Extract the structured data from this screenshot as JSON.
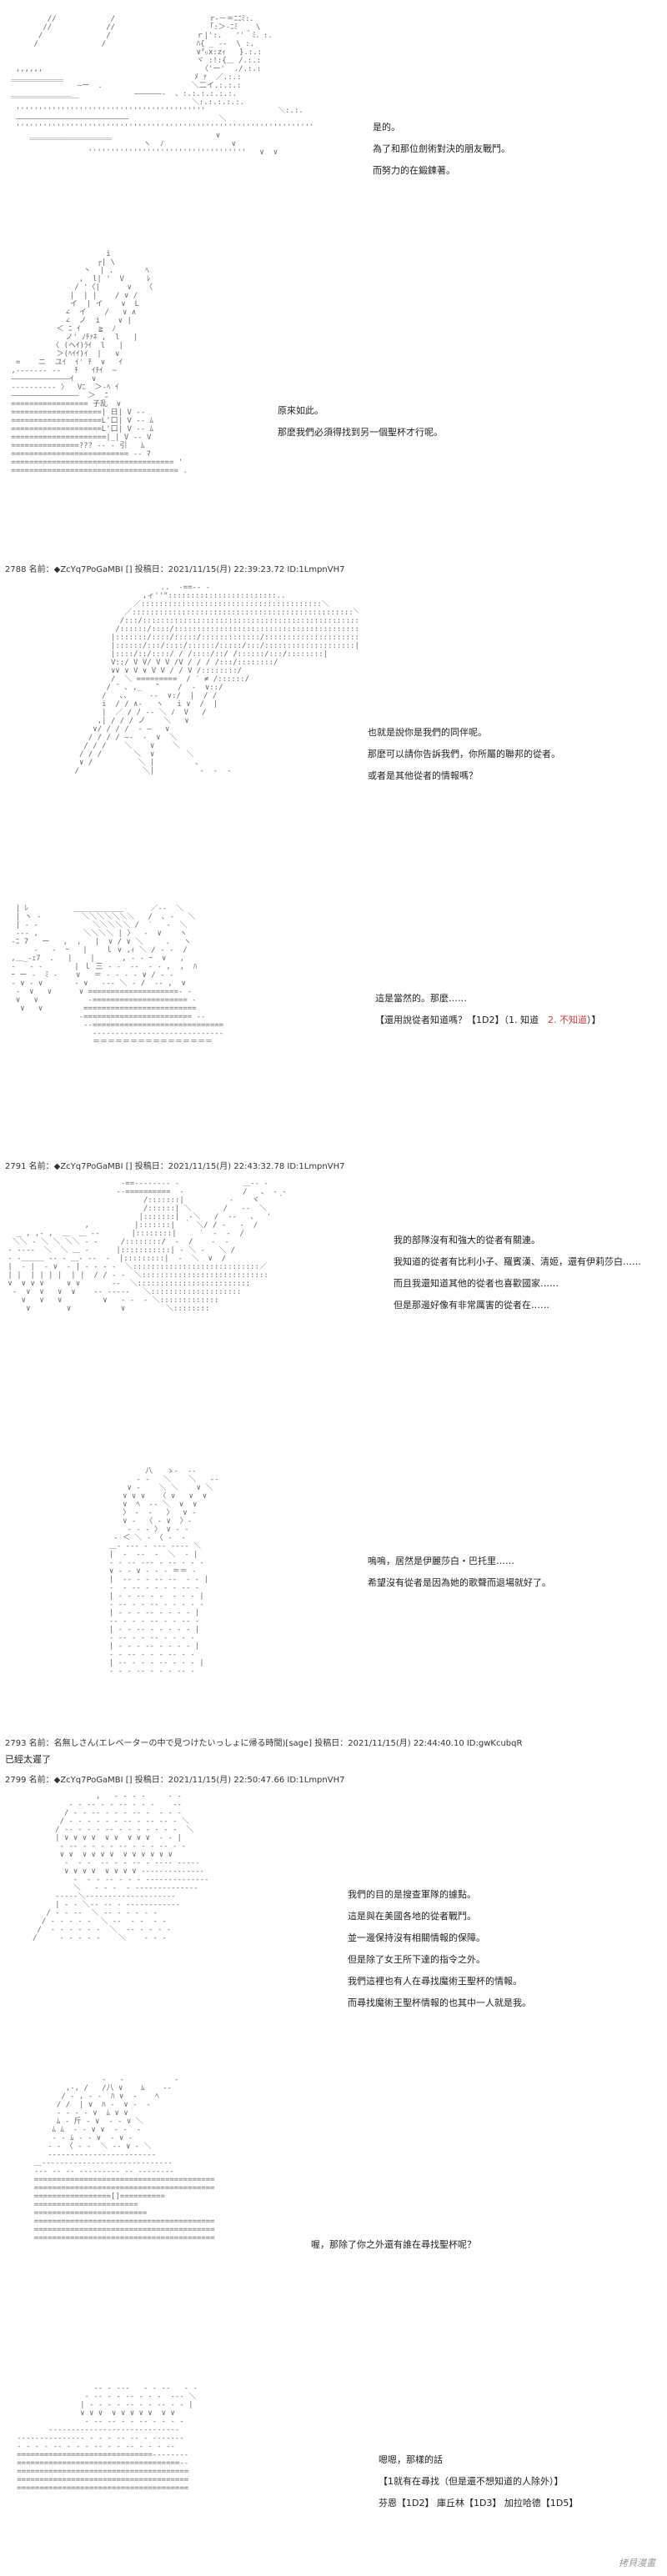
{
  "panels": [
    {
      "lines": [
        "是的。",
        "為了和那位劍術對決的朋友戰鬥。",
        "而努力的在鍛鍊著。"
      ]
    },
    {
      "lines": [
        "原來如此。",
        "那麼我們必須得找到另一個聖杯才行呢。"
      ]
    },
    {
      "lines": [
        "也就是說你是我們的同伴呢。",
        "那麼可以請你告訴我們，你所屬的聯邦的從者。",
        "或者是其他從者的情報嗎？"
      ]
    },
    {
      "lines": [
        "這是當然的。那麼……",
        "【還用說從者知道嗎？【1D2】（1. 知道　2. 不知道）】"
      ]
    },
    {
      "lines": [
        "我的部隊沒有和強大的從者有關連。",
        "我知道的從者有比利小子、羅賓漢、清姬，還有伊莉莎白……",
        "而且我還知道其他的從者也喜歡國家……",
        "但是那邊好像有非常厲害的從者在……"
      ]
    },
    {
      "lines": [
        "嗚嗚，居然是伊麗莎白・巴托里……",
        "希望沒有從者是因為她的歌聲而退場就好了。"
      ]
    },
    {
      "lines": [
        "我們的目的是搜查軍隊的據點。",
        "這是與在美國各地的從者戰鬥。",
        "並一邊保持沒有相關情報的保障。",
        "但是除了女王所下達的指令之外。",
        "我們這裡也有人在尋找魔術王聖杯的情報。",
        "而尋找魔術王聖杯情報的也其中一人就是我。"
      ]
    },
    {
      "lines": [
        "喔，那除了你之外還有誰在尋找聖杯呢？"
      ]
    },
    {
      "lines": [
        "嗯嗯，那樣的話",
        "【1就有在尋找（但是還不想知道的人除外）】",
        "芬恩【1D2】 庫丘林【1D3】 加拉哈德【1D5】"
      ]
    }
  ],
  "posts": [
    {
      "text": "2788 名前：◆ZcYq7PoGaMBI [] 投稿日：2021/11/15(月) 22:39:23.72 ID:1LmpnVH7"
    },
    {
      "text": "2791 名前：◆ZcYq7PoGaMBI [] 投稿日：2021/11/15(月) 22:43:32.78 ID:1LmpnVH7"
    },
    {
      "text": "2793 名前：名無しさん(エレベーターの中で見つけたいっしょに帰る時間)[sage] 投稿日：2021/11/15(月) 22:44:40.10 ID:gwKcubqR"
    },
    {
      "text": "2799 名前：◆ZcYq7PoGaMBI [] 投稿日：2021/11/15(月) 22:50:47.66 ID:1LmpnVH7"
    }
  ],
  "reply_text": "已經太遲了",
  "watermark": "拷貝漫畫",
  "accent": {
    "highlight": "#d23a3a"
  }
}
